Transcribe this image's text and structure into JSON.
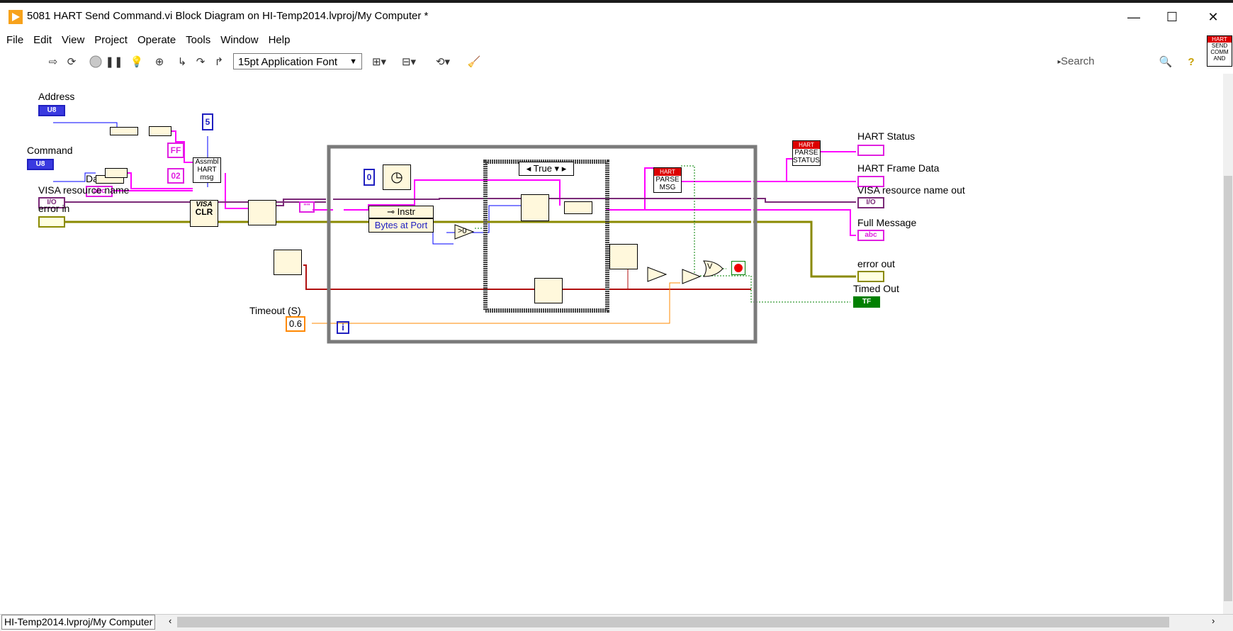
{
  "window": {
    "title": "5081 HART Send Command.vi Block Diagram on HI-Temp2014.lvproj/My Computer *",
    "controls": {
      "minimize": "—",
      "maximize": "☐",
      "close": "✕"
    }
  },
  "menu": [
    "File",
    "Edit",
    "View",
    "Project",
    "Operate",
    "Tools",
    "Window",
    "Help"
  ],
  "toolbar": {
    "font": "15pt Application Font",
    "search_placeholder": "Search",
    "icons": [
      "run-arrow-icon",
      "run-continuously-icon",
      "abort-icon",
      "pause-icon",
      "highlight-execution-icon",
      "retain-wire-values-icon",
      "step-into-icon",
      "step-over-icon",
      "step-out-icon",
      "align-objects-icon",
      "distribute-objects-icon",
      "reorder-icon",
      "cleanup-diagram-icon"
    ]
  },
  "vi_icon_text": [
    "HART",
    "SEND",
    "COMM",
    "AND"
  ],
  "diagram": {
    "labels": {
      "address": "Address",
      "command": "Command",
      "data": "Data",
      "visa_in": "VISA resource name",
      "error_in": "error in",
      "timeout": "Timeout (S)",
      "hart_status": "HART Status",
      "hart_frame": "HART Frame Data",
      "visa_out": "VISA resource name out",
      "full_message": "Full Message",
      "error_out": "error out",
      "timed_out": "Timed Out"
    },
    "constants": {
      "ff": "FF",
      "c02": "02",
      "five": "5",
      "zero": "0",
      "timeout_val": "0.6",
      "empty_string": "\"\""
    },
    "nodes": {
      "assemble": "Assmbl HART msg",
      "visa_clr_title": "VISA",
      "visa_clr": "CLR",
      "instr": "Instr",
      "bytes_at_port": "Bytes at Port",
      "case_selector": "True",
      "parse_msg_header": "HART",
      "parse_msg": "PARSE MSG",
      "parse_status_header": "HART",
      "parse_status": "PARSE STATUS",
      "greater_zero": ">0",
      "or_gate": "V",
      "iteration": "i"
    },
    "terminal_types": {
      "u8": "U8",
      "io": "I/O",
      "tf": "TF",
      "abc": "abc"
    }
  },
  "status": {
    "project_path": "HI-Temp2014.lvproj/My Computer"
  },
  "colors": {
    "integer_wire": "#0000ff",
    "string_wire": "#ff00ff",
    "visa_wire": "#7b2a78",
    "error_wire": "#8a8a00",
    "timing_wire": "#b01010",
    "float_wire": "#ff8800",
    "boolean_wire": "#008000",
    "loop_border": "#7a7a7a"
  }
}
